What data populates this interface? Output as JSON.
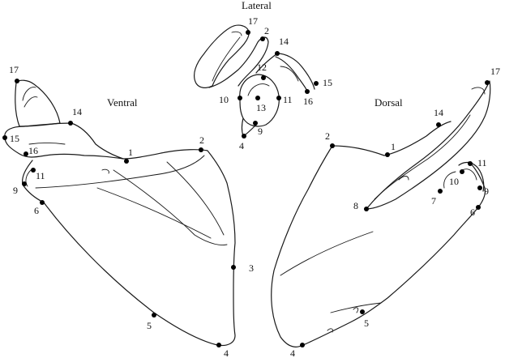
{
  "views": {
    "lateral": "Lateral",
    "ventral": "Ventral",
    "dorsal": "Dorsal"
  },
  "landmarks": {
    "lateral": [
      "17",
      "2",
      "14",
      "12",
      "15",
      "16",
      "10",
      "13",
      "11",
      "9",
      "4"
    ],
    "ventral": [
      "17",
      "14",
      "15",
      "16",
      "1",
      "2",
      "11",
      "9",
      "6",
      "3",
      "5",
      "4"
    ],
    "dorsal": [
      "17",
      "14",
      "2",
      "1",
      "11",
      "10",
      "9",
      "7",
      "8",
      "6",
      "5",
      "4"
    ]
  }
}
